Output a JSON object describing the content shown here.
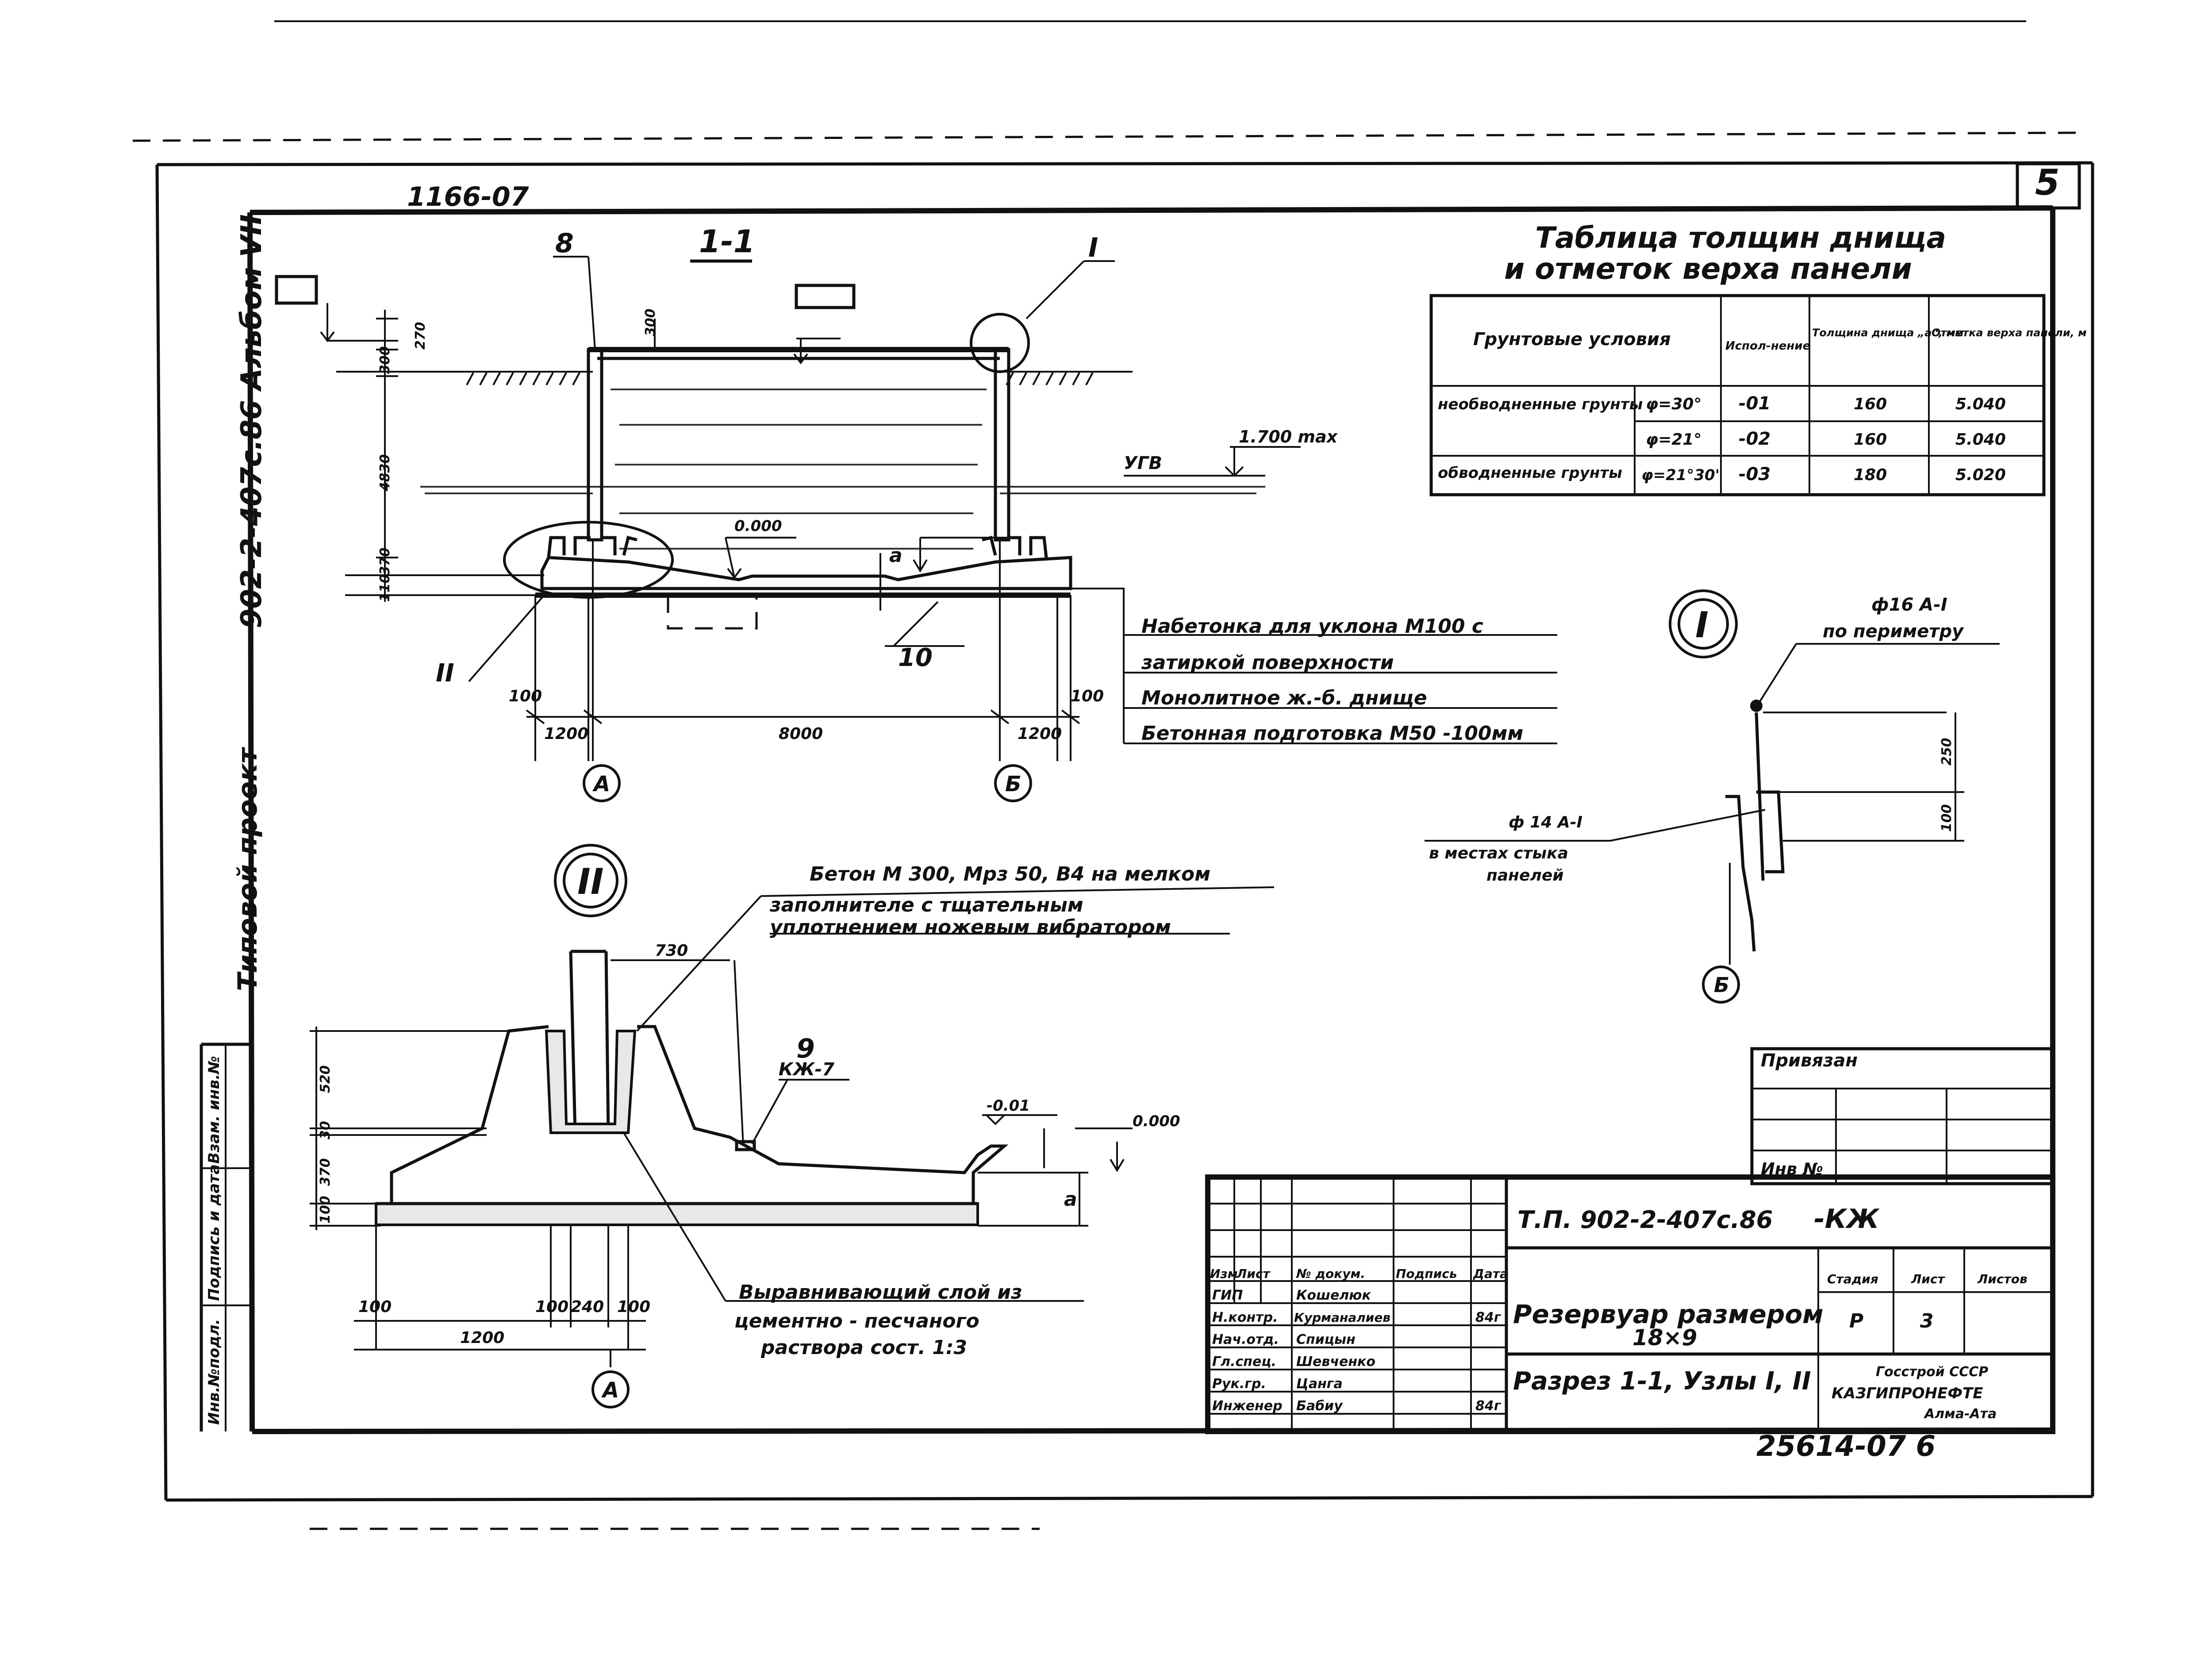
{
  "sheet": {
    "sheet_number": "5",
    "top_stamp": "1166-07",
    "side_vertical_title": "902-2-407с.86 Альбом VII",
    "side_type_label": "Типовой проект",
    "side_columns": [
      "Инв.№подл.",
      "Подпись и дата",
      "Взам. инв.№"
    ],
    "bottom_stamp": "25614-07 6"
  },
  "section_1_1": {
    "title": "1-1",
    "leader_8": "8",
    "leader_10": "10",
    "node_I": "I",
    "node_II": "II",
    "ugv": "УГВ",
    "ugv_max": "1.700 max",
    "elev_0000": "0.000",
    "dim_a": "a",
    "dims_vertical": [
      "270",
      "300",
      "4830",
      "370",
      "110"
    ],
    "dim_top": "300",
    "dims_bottom": [
      "100",
      "1200",
      "8000",
      "1200",
      "100"
    ],
    "axis_A": "А",
    "axis_B": "Б",
    "layers": [
      "Набетонка для уклона М100 с",
      "затиркой поверхности",
      "Монолитное ж.-б. днище",
      "Бетонная подготовка М50 -100мм"
    ]
  },
  "thickness_table": {
    "title_line1": "Таблица толщин днища",
    "title_line2": "и отметок верха панели",
    "headers": [
      "Грунтовые условия",
      "Испол-нение",
      "Толщина днища „а“, мм",
      "Отметка верха панели, м"
    ],
    "rows": [
      {
        "soil": "необводненные грунты",
        "phi": "φ=30°",
        "exec": "-01",
        "thickness": "160",
        "elevation": "5.040"
      },
      {
        "soil": "",
        "phi": "φ=21°",
        "exec": "-02",
        "thickness": "160",
        "elevation": "5.040"
      },
      {
        "soil": "обводненные грунты",
        "phi": "φ=21°30'",
        "exec": "-03",
        "thickness": "180",
        "elevation": "5.020"
      }
    ]
  },
  "node_I_detail": {
    "label": "I",
    "rebar_top_1": "ф16 А-I",
    "rebar_top_2": "по периметру",
    "rebar_side_1": "ф 14 А-I",
    "rebar_side_2": "в местах стыка",
    "rebar_side_3": "панелей",
    "dim_250": "250",
    "dim_100": "100",
    "axis_B": "Б"
  },
  "node_II_detail": {
    "label": "II",
    "note_line1": "Бетон М 300, Мрз 50, В4 на мелком",
    "note_line2": "заполнителе с тщательным",
    "note_line3": "уплотнением ножевым вибратором",
    "leader_9": "9",
    "leader_kzh7": "КЖ-7",
    "dim_730": "730",
    "dims_vertical": [
      "520",
      "30",
      "370",
      "100"
    ],
    "elev_001": "-0.01",
    "elev_0000": "0.000",
    "dim_a": "a",
    "dims_bottom": [
      "100",
      "100",
      "240",
      "100",
      "1200"
    ],
    "axis_A": "А",
    "leveling_1": "Выравнивающий слой из",
    "leveling_2": "цементно - песчаного",
    "leveling_3": "раствора сост. 1:3"
  },
  "title_block": {
    "bound_label": "Привязан",
    "inv_label": "Инв №",
    "doc_code": "Т.П. 902-2-407с.86",
    "doc_suffix": "-КЖ",
    "col_headers": [
      "Изм",
      "Лист",
      "№ докум.",
      "Подпись",
      "Дата"
    ],
    "people": [
      {
        "role": "ГИП",
        "name": "Кошелюк",
        "date": ""
      },
      {
        "role": "Н.контр.",
        "name": "Курманалиев",
        "date": "84г"
      },
      {
        "role": "Нач.отд.",
        "name": "Спицын",
        "date": ""
      },
      {
        "role": "Гл.спец.",
        "name": "Шевченко",
        "date": ""
      },
      {
        "role": "Рук.гр.",
        "name": "Цанга",
        "date": ""
      },
      {
        "role": "Инженер",
        "name": "Бабиу",
        "date": "84г"
      }
    ],
    "object_title_1": "Резервуар размером",
    "object_title_2": "18×9",
    "sheet_title": "Разрез 1-1, Узлы I, II",
    "stage_header": "Стадия",
    "sheet_header": "Лист",
    "sheets_header": "Листов",
    "stage_value": "Р",
    "sheet_value": "3",
    "org_line1": "Госстрой СССР",
    "org_line2": "КАЗГИПРОНЕФТЕ",
    "org_line3": "Алма-Ата"
  }
}
